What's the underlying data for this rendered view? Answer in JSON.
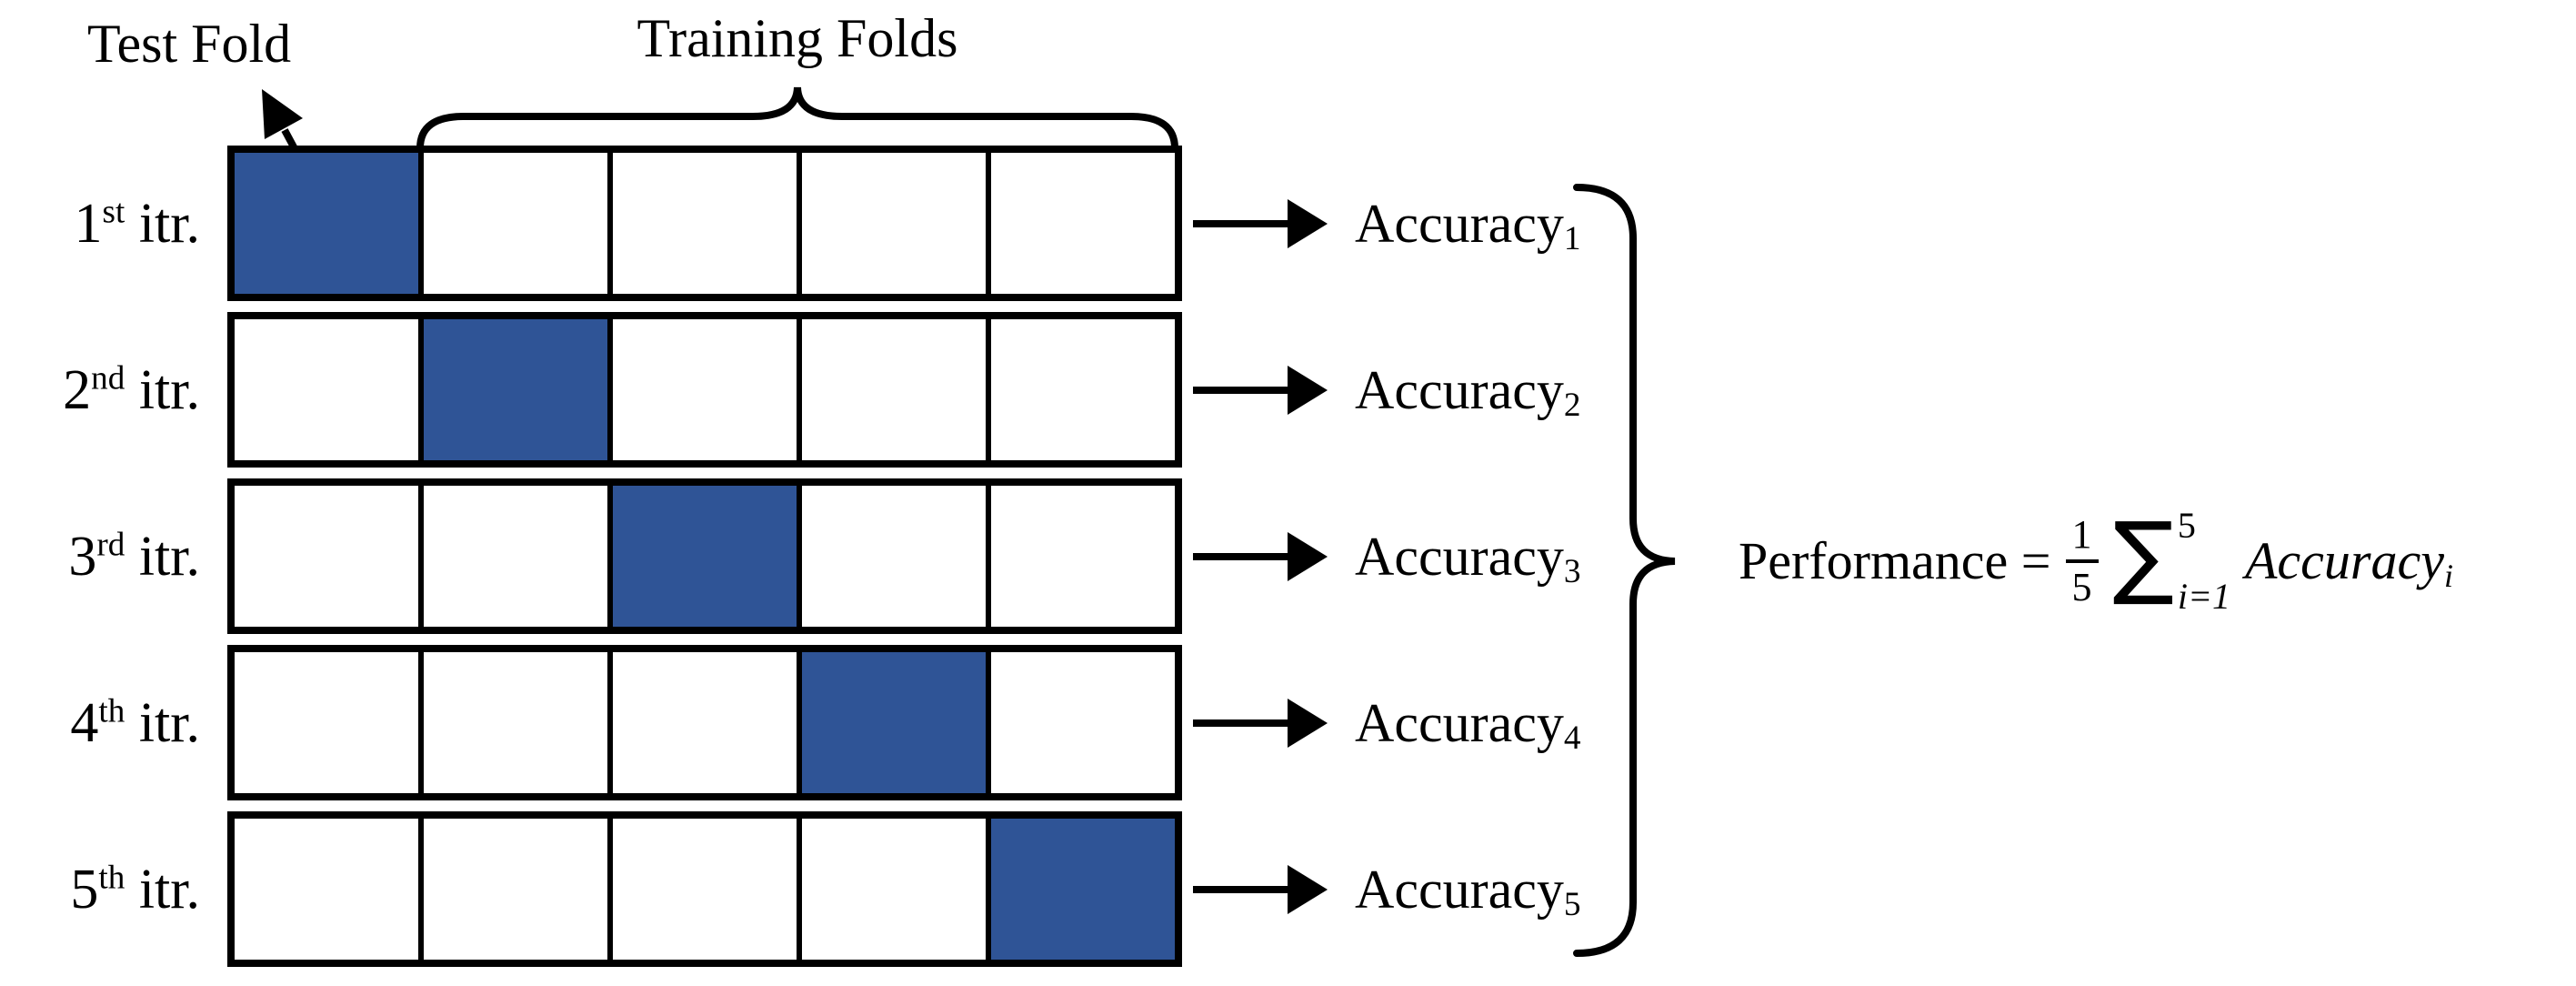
{
  "labels": {
    "test_fold": "Test Fold",
    "training_folds": "Training Folds"
  },
  "grid": {
    "columns": 5,
    "rows": 5,
    "highlight_color": "#2F5496",
    "line_color": "#000000"
  },
  "iterations": [
    {
      "ordinal": "1",
      "ordinal_suffix": "st",
      "label_rest": " itr.",
      "test_fold_col": 1,
      "accuracy_label": "Accuracy",
      "accuracy_sub": "1"
    },
    {
      "ordinal": "2",
      "ordinal_suffix": "nd",
      "label_rest": " itr.",
      "test_fold_col": 2,
      "accuracy_label": "Accuracy",
      "accuracy_sub": "2"
    },
    {
      "ordinal": "3",
      "ordinal_suffix": "rd",
      "label_rest": " itr.",
      "test_fold_col": 3,
      "accuracy_label": "Accuracy",
      "accuracy_sub": "3"
    },
    {
      "ordinal": "4",
      "ordinal_suffix": "th",
      "label_rest": " itr.",
      "test_fold_col": 4,
      "accuracy_label": "Accuracy",
      "accuracy_sub": "4"
    },
    {
      "ordinal": "5",
      "ordinal_suffix": "th",
      "label_rest": " itr.",
      "test_fold_col": 5,
      "accuracy_label": "Accuracy",
      "accuracy_sub": "5"
    }
  ],
  "formula": {
    "lhs": "Performance =",
    "fraction": {
      "numerator": "1",
      "denominator": "5"
    },
    "sum": {
      "symbol": "∑",
      "upper_limit": "5",
      "lower_limit": "i=1"
    },
    "term_base": "Accuracy",
    "term_sub": "i"
  }
}
